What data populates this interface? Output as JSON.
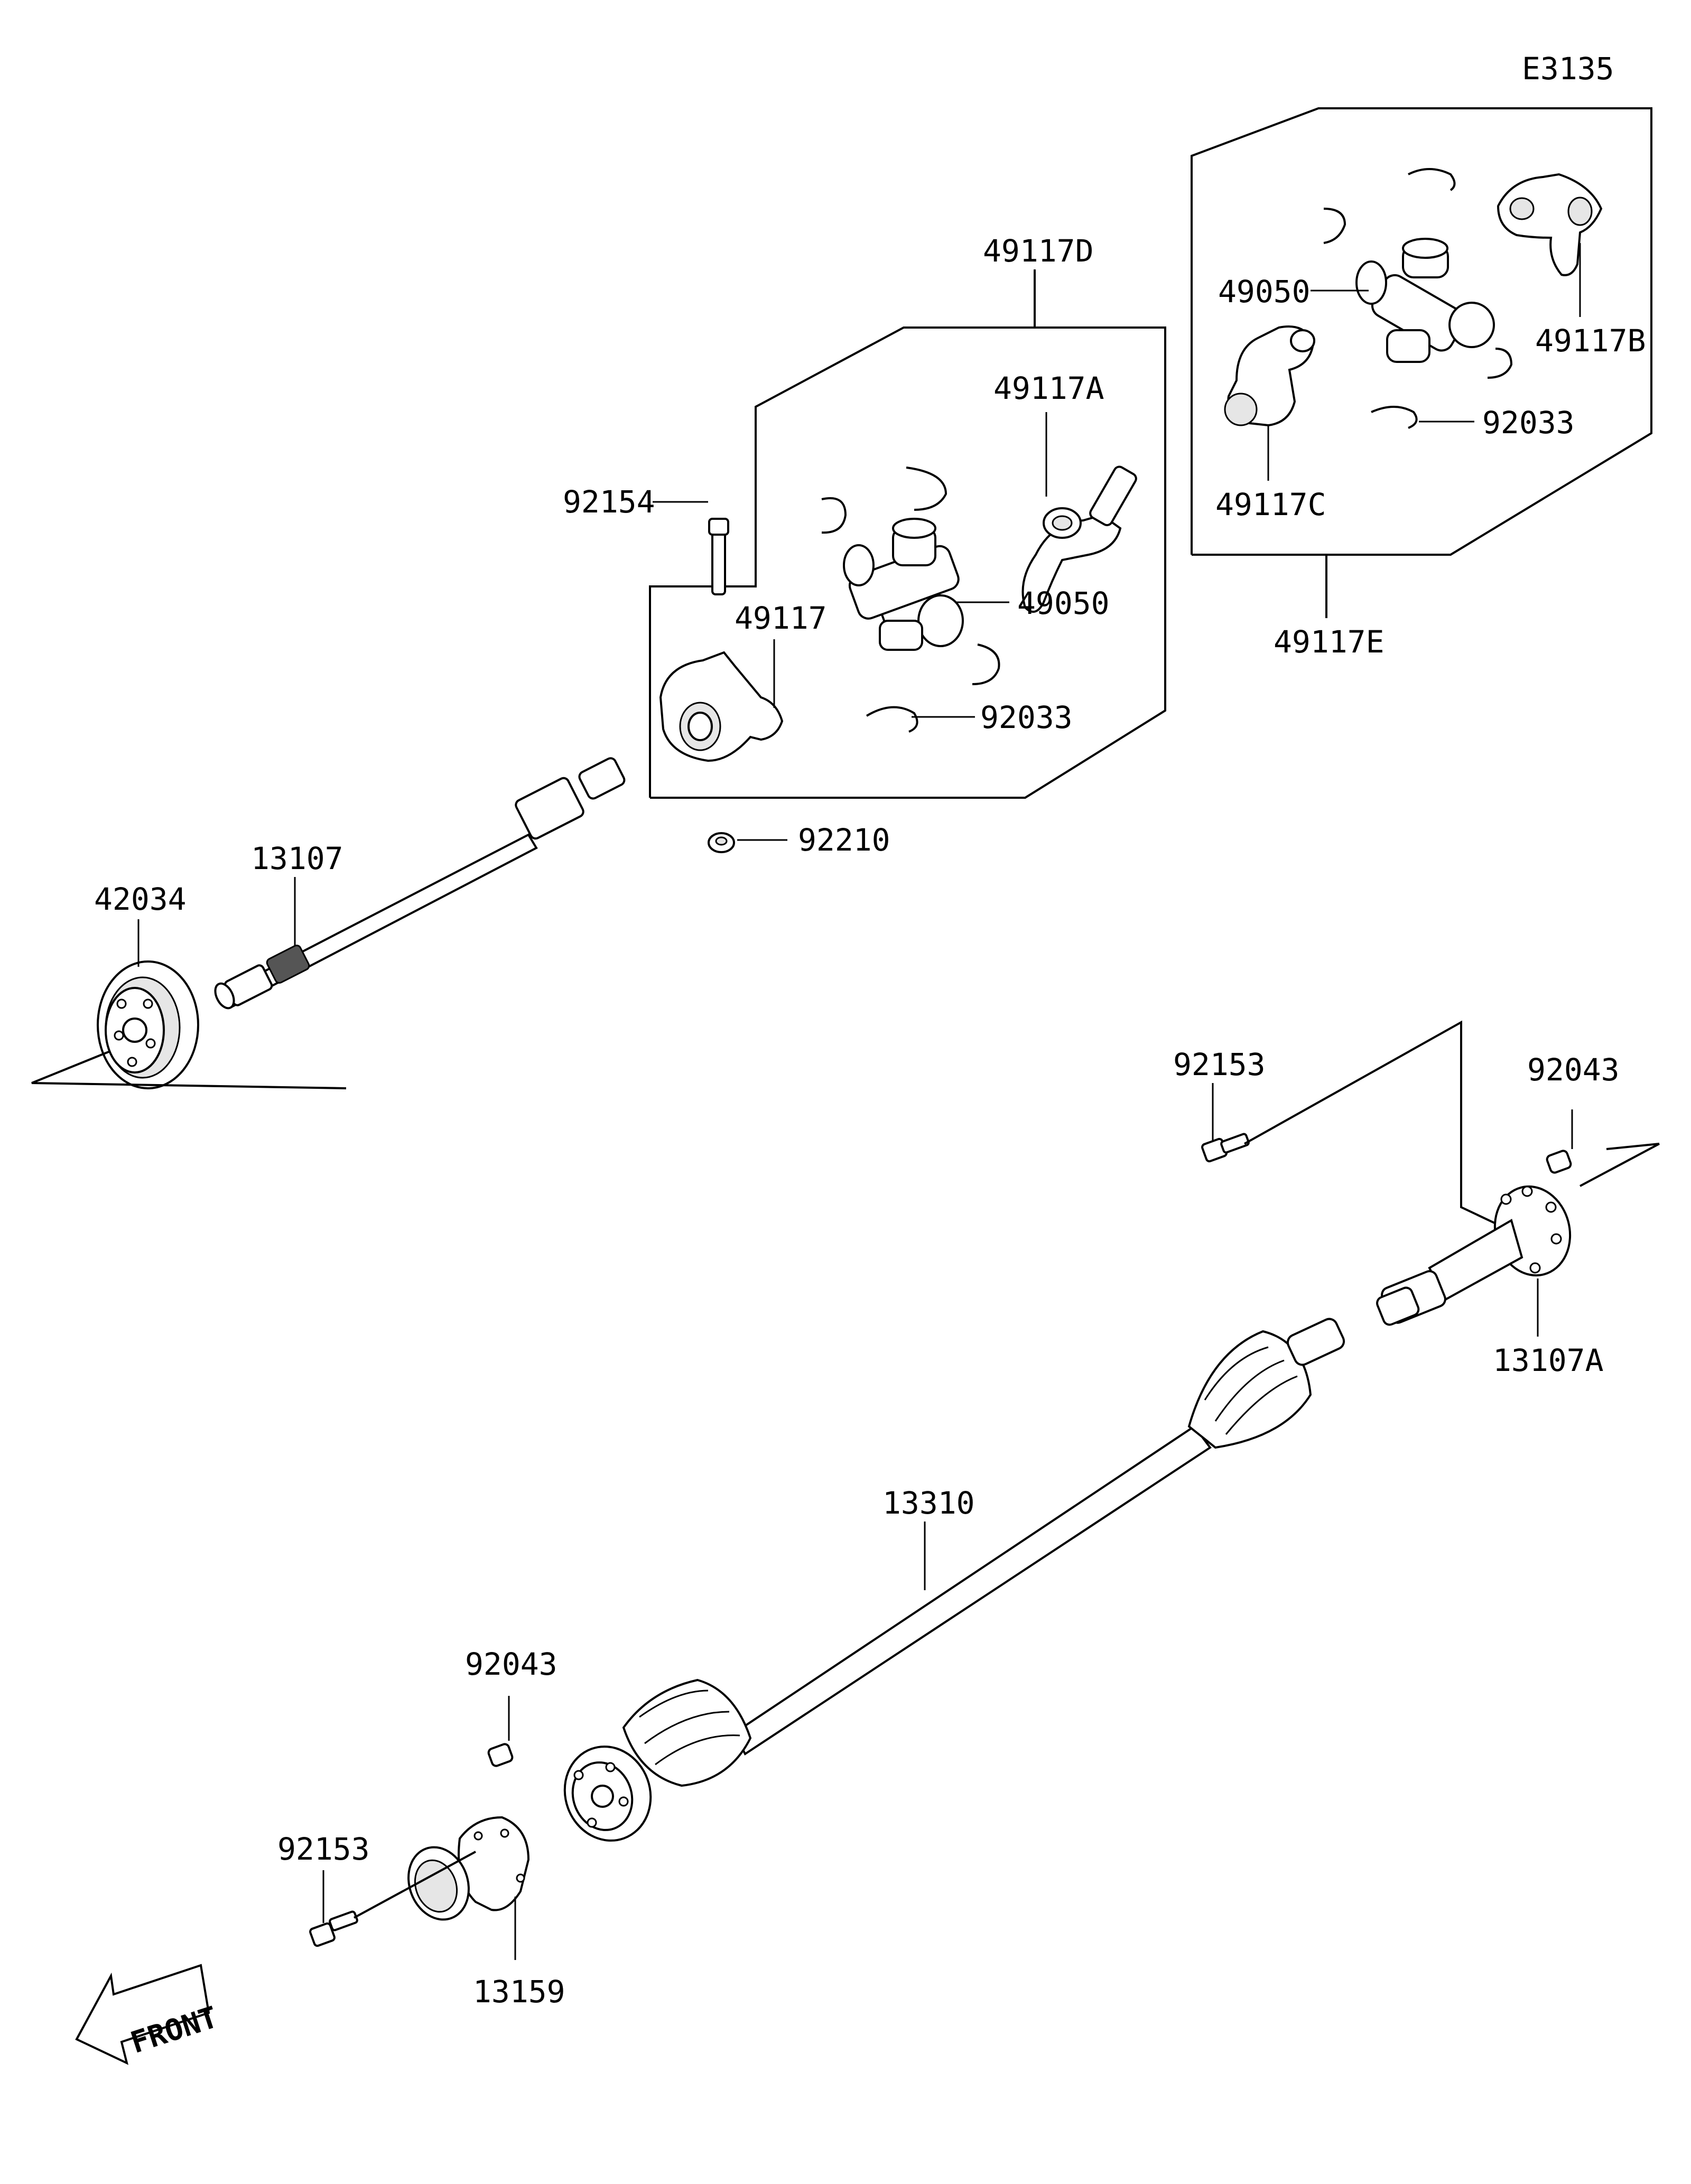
{
  "diagram_code": "E3135",
  "front_marker": "FRONT",
  "labels": {
    "p49117D": "49117D",
    "p49117A": "49117A",
    "p92154": "92154",
    "p49117": "49117",
    "p49050_left": "49050",
    "p92033_left": "92033",
    "p92210": "92210",
    "p13107": "13107",
    "p42034": "42034",
    "p49050_right": "49050",
    "p49117B": "49117B",
    "p49117C": "49117C",
    "p92033_right": "92033",
    "p49117E": "49117E",
    "p92153_top": "92153",
    "p92043_top": "92043",
    "p13107A": "13107A",
    "p13310": "13310",
    "p92043_bottom": "92043",
    "p92153_bottom": "92153",
    "p13159": "13159"
  }
}
